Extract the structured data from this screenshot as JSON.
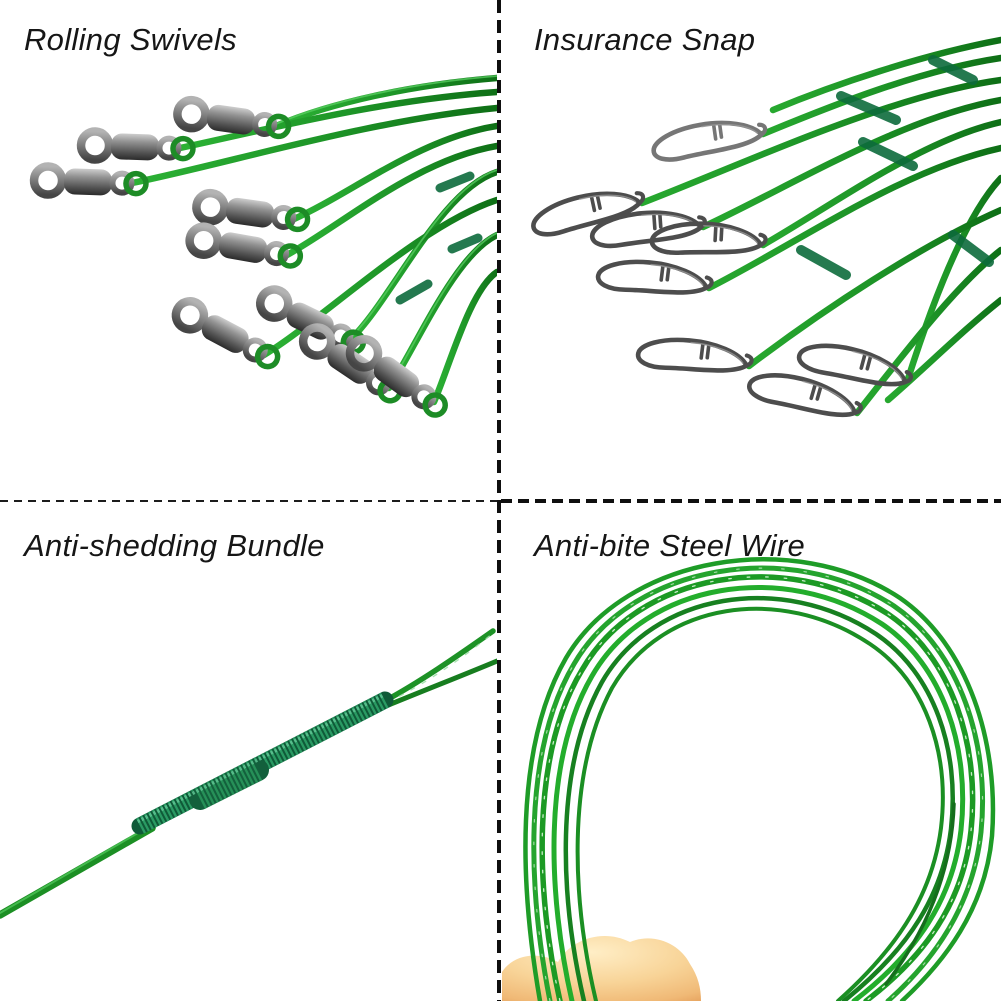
{
  "collage": {
    "background": "#ffffff",
    "divider": {
      "style": "dashed",
      "color": "#111111"
    },
    "panels": [
      {
        "label": "Rolling Swivels",
        "position": "top-left",
        "depicts": "fan of green steel leaders ending in stainless barrel rolling swivels with eye loops"
      },
      {
        "label": "Insurance Snap",
        "position": "top-right",
        "depicts": "green steel leaders ending in gunmetal duo-lock insurance snaps"
      },
      {
        "label": "Anti-shedding Bundle",
        "position": "bottom-left",
        "depicts": "close-up of tightly coiled anti-shedding wrap joining the wire strands"
      },
      {
        "label": "Anti-bite Steel Wire",
        "position": "bottom-right",
        "depicts": "coiled loop of green anti-bite steel wire held by a fingertip"
      }
    ],
    "colors": {
      "wire_green": "#1d9427",
      "wire_green_bright": "#2cb235",
      "wire_green_dark": "#0e6f16",
      "sleeve_green": "#0d6b3c",
      "coil_wrap_green": "#2a9a63",
      "swivel_metal": "#8e8e8e",
      "snap_gunmetal": "#4d4d4d",
      "skin": "#f6cd8d",
      "label_text": "#161616"
    }
  }
}
